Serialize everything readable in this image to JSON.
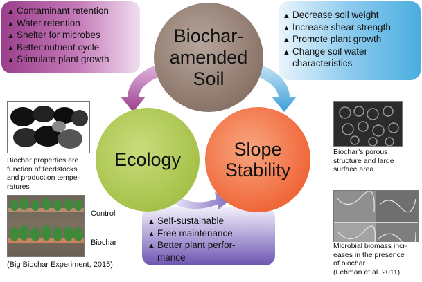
{
  "circles": {
    "top": "Biochar-\namended\nSoil",
    "left": "Ecology",
    "right": "Slope\nStability"
  },
  "boxes": {
    "top_left": [
      "Contaminant retention",
      "Water retention",
      "Shelter for microbes",
      "Better nutrient cycle",
      "Stimulate plant growth"
    ],
    "top_right": [
      "Decrease soil weight",
      "Increase shear strength",
      "Promote plant growth",
      "Change soil water",
      "characteristics"
    ],
    "bottom": [
      "Self-sustainable",
      "Free maintenance",
      "Better plant perfor-",
      "mance"
    ]
  },
  "bullet_marker": "▲",
  "captions": {
    "feedstocks": "Biochar properties are\nfunction of feedstocks\nand production tempe-\nratures",
    "control": "Control",
    "biochar": "Biochar",
    "experiment": "(Big Biochar Experiment, 2015)",
    "porous": "Biochar’s porous\nstructure and large\nsurface area",
    "microbial": "Microbial biomass incr-\neases in the presence\nof biochar\n(Lehman et al. 2011)"
  },
  "colors": {
    "top_left_box": "#9b3f8c",
    "top_right_box": "#4aaedf",
    "bottom_box": "#6c55b0",
    "circle_top": "#8a7367",
    "circle_left": "#a7c24a",
    "circle_right": "#f0683a"
  }
}
